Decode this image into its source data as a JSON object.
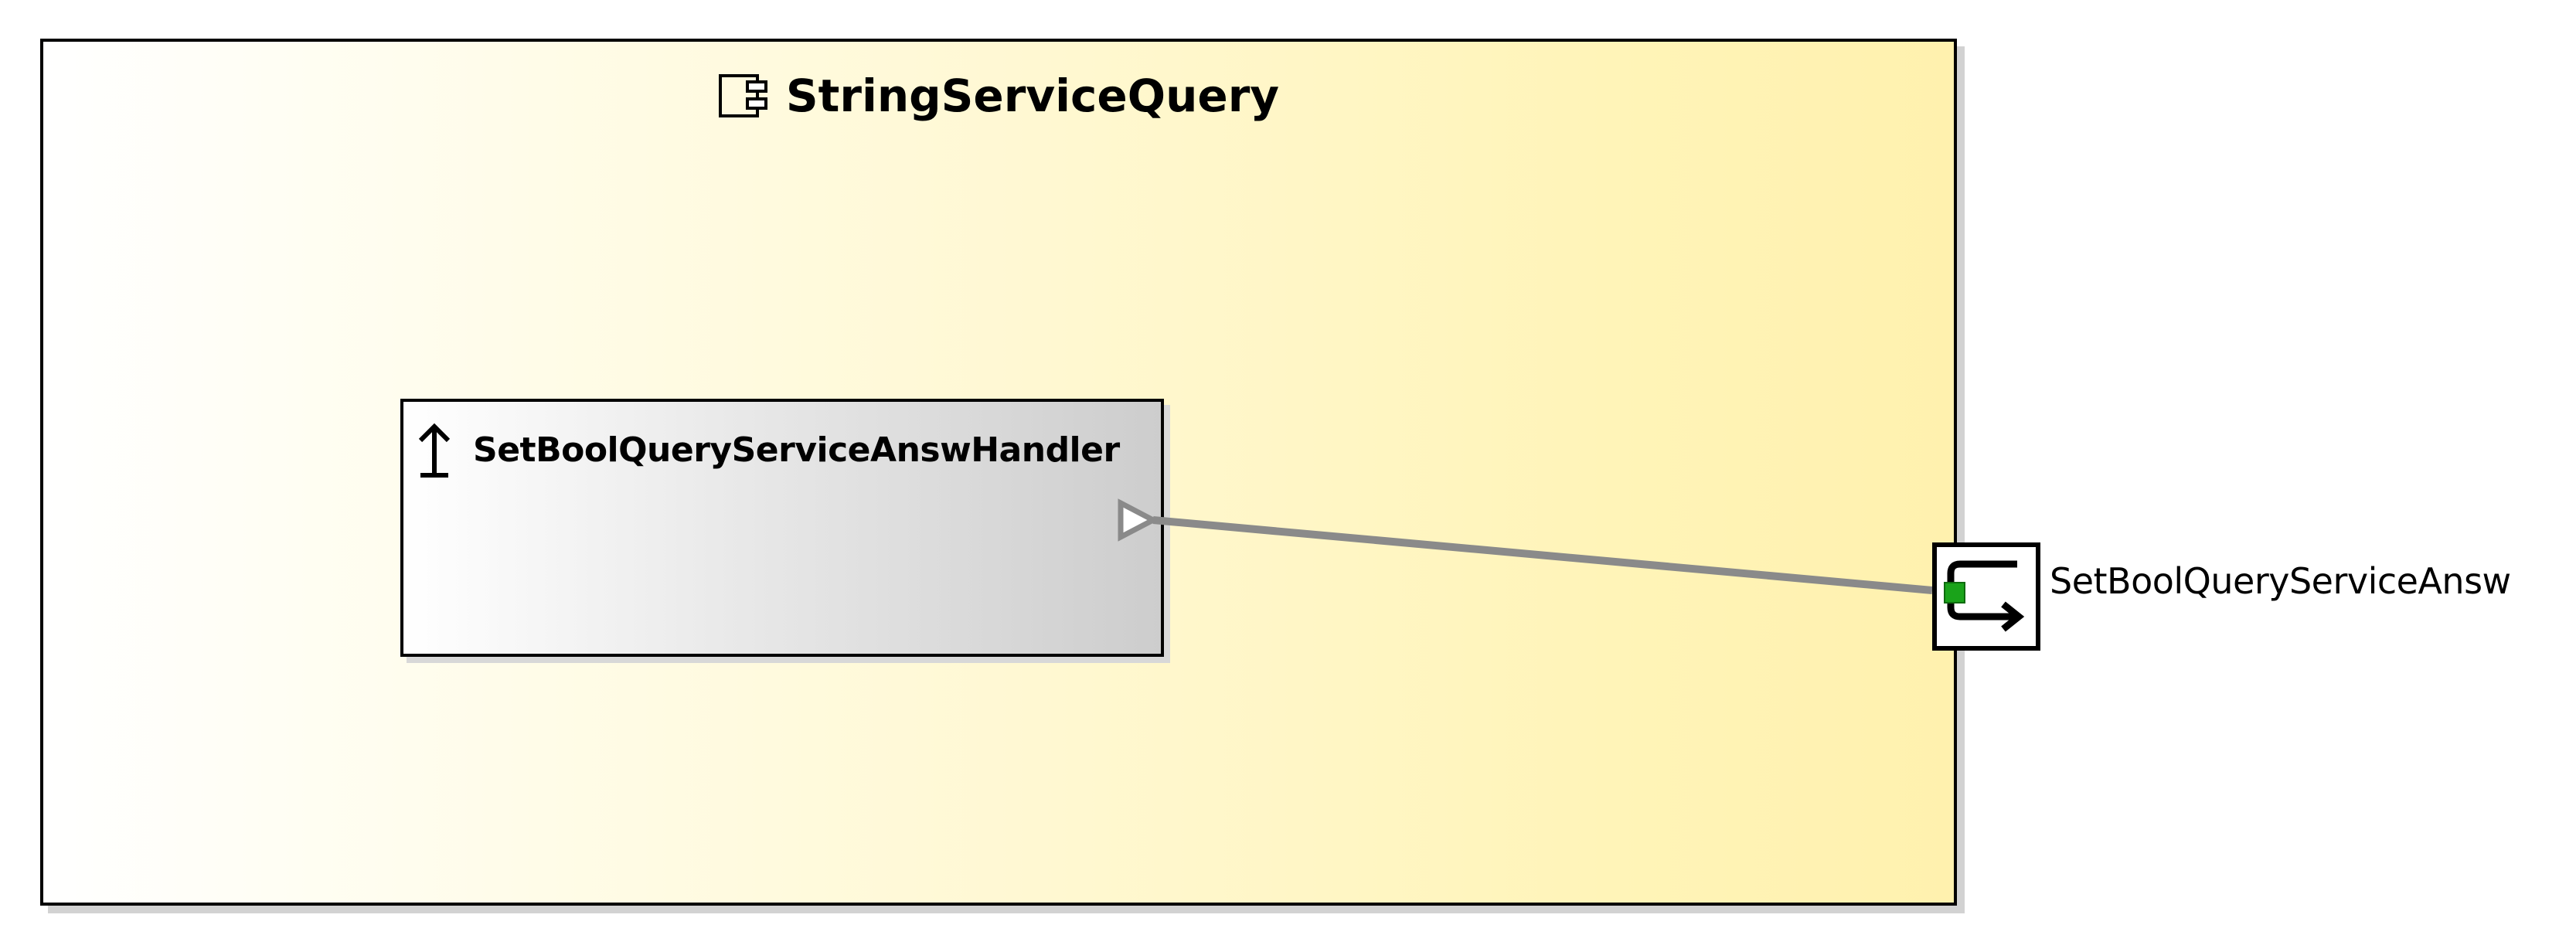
{
  "component": {
    "name": "StringServiceQuery",
    "icon": "component-icon",
    "fill_color": "#fff4b8"
  },
  "handler": {
    "name": "SetBoolQueryServiceAnswHandler",
    "icon": "provided-interface-arrow-icon",
    "fill_color": "#d9d9d9"
  },
  "port": {
    "label": "SetBoolQueryServiceAnsw",
    "icon": "service-port-icon",
    "accent_color": "#1aa31a"
  },
  "connector": {
    "color": "#8a8a8a",
    "end_marker": "hollow-triangle"
  }
}
